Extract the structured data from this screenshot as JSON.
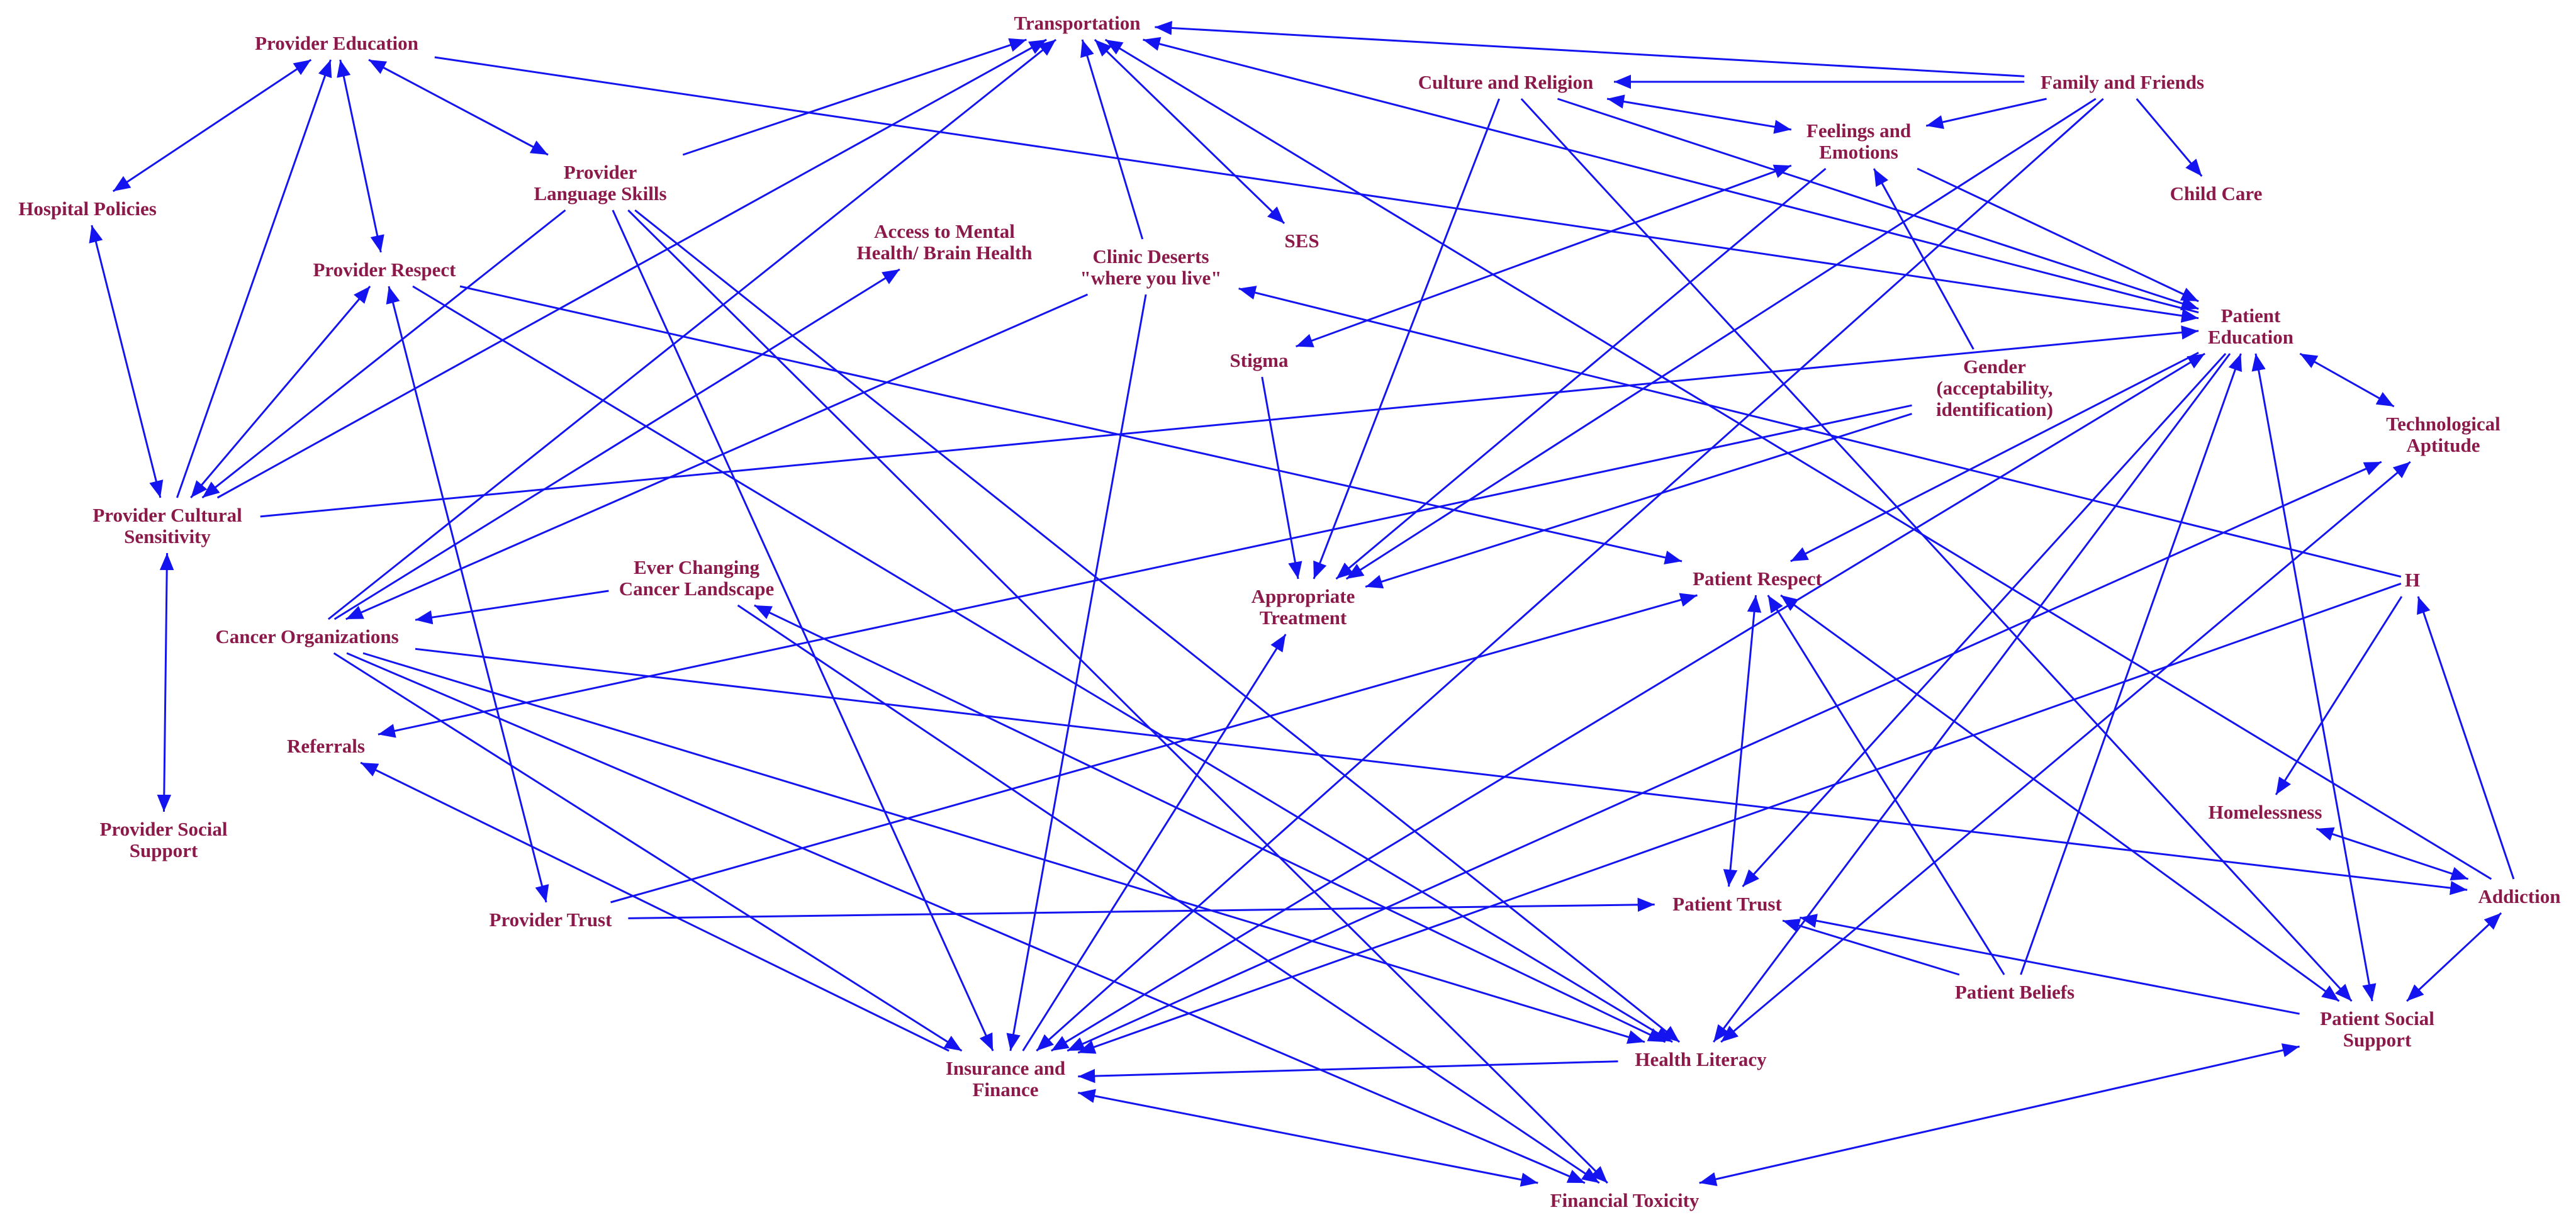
{
  "colors": {
    "node_label": "#8b1a4a",
    "edge": "#1414f0",
    "background": "#ffffff"
  },
  "nodes": [
    {
      "id": "transportation",
      "label": [
        "Transportation"
      ]
    },
    {
      "id": "provider_education",
      "label": [
        "Provider Education"
      ]
    },
    {
      "id": "culture_religion",
      "label": [
        "Culture and Religion"
      ]
    },
    {
      "id": "family_friends",
      "label": [
        "Family and Friends"
      ]
    },
    {
      "id": "feelings_emotions",
      "label": [
        "Feelings and",
        "Emotions"
      ]
    },
    {
      "id": "child_care",
      "label": [
        "Child Care"
      ]
    },
    {
      "id": "hospital_policies",
      "label": [
        "Hospital Policies"
      ]
    },
    {
      "id": "provider_language",
      "label": [
        "Provider",
        "Language Skills"
      ]
    },
    {
      "id": "access_mental",
      "label": [
        "Access to Mental",
        "Health/ Brain Health"
      ]
    },
    {
      "id": "provider_respect",
      "label": [
        "Provider Respect"
      ]
    },
    {
      "id": "clinic_deserts",
      "label": [
        "Clinic Deserts",
        "\"where you live\""
      ]
    },
    {
      "id": "ses",
      "label": [
        "SES"
      ]
    },
    {
      "id": "stigma",
      "label": [
        "Stigma"
      ]
    },
    {
      "id": "patient_education",
      "label": [
        "Patient",
        "Education"
      ]
    },
    {
      "id": "gender",
      "label": [
        "Gender",
        "(acceptability,",
        "identification)"
      ]
    },
    {
      "id": "technological_aptitude",
      "label": [
        "Technological",
        "Aptitude"
      ]
    },
    {
      "id": "provider_cultural",
      "label": [
        "Provider Cultural",
        "Sensitivity"
      ]
    },
    {
      "id": "ever_changing",
      "label": [
        "Ever Changing",
        "Cancer Landscape"
      ]
    },
    {
      "id": "appropriate_treatment",
      "label": [
        "Appropriate",
        "Treatment"
      ]
    },
    {
      "id": "patient_respect",
      "label": [
        "Patient Respect"
      ]
    },
    {
      "id": "h",
      "label": [
        "H"
      ]
    },
    {
      "id": "cancer_orgs",
      "label": [
        "Cancer Organizations"
      ]
    },
    {
      "id": "referrals",
      "label": [
        "Referrals"
      ]
    },
    {
      "id": "homelessness",
      "label": [
        "Homelessness"
      ]
    },
    {
      "id": "provider_social",
      "label": [
        "Provider Social",
        "Support"
      ]
    },
    {
      "id": "addiction",
      "label": [
        "Addiction"
      ]
    },
    {
      "id": "provider_trust",
      "label": [
        "Provider Trust"
      ]
    },
    {
      "id": "patient_trust",
      "label": [
        "Patient Trust"
      ]
    },
    {
      "id": "patient_beliefs",
      "label": [
        "Patient Beliefs"
      ]
    },
    {
      "id": "patient_social",
      "label": [
        "Patient Social",
        "Support"
      ]
    },
    {
      "id": "health_literacy",
      "label": [
        "Health Literacy"
      ]
    },
    {
      "id": "insurance_finance",
      "label": [
        "Insurance and",
        "Finance"
      ]
    },
    {
      "id": "financial_toxicity",
      "label": [
        "Financial Toxicity"
      ]
    }
  ],
  "edges": [
    {
      "from": "family_friends",
      "to": "transportation",
      "arrow": "end"
    },
    {
      "from": "family_friends",
      "to": "culture_religion",
      "arrow": "end"
    },
    {
      "from": "family_friends",
      "to": "feelings_emotions",
      "arrow": "end"
    },
    {
      "from": "family_friends",
      "to": "child_care",
      "arrow": "end"
    },
    {
      "from": "family_friends",
      "to": "appropriate_treatment",
      "arrow": "end"
    },
    {
      "from": "family_friends",
      "to": "insurance_finance",
      "arrow": "end"
    },
    {
      "from": "culture_religion",
      "to": "feelings_emotions",
      "arrow": "both"
    },
    {
      "from": "culture_religion",
      "to": "patient_education",
      "arrow": "end"
    },
    {
      "from": "culture_religion",
      "to": "appropriate_treatment",
      "arrow": "end"
    },
    {
      "from": "culture_religion",
      "to": "patient_social",
      "arrow": "end"
    },
    {
      "from": "transportation",
      "to": "ses",
      "arrow": "both"
    },
    {
      "from": "transportation",
      "to": "patient_education",
      "arrow": "start"
    },
    {
      "from": "transportation",
      "to": "addiction",
      "arrow": "start"
    },
    {
      "from": "clinic_deserts",
      "to": "transportation",
      "arrow": "end"
    },
    {
      "from": "provider_language",
      "to": "transportation",
      "arrow": "end"
    },
    {
      "from": "provider_cultural",
      "to": "transportation",
      "arrow": "end"
    },
    {
      "from": "cancer_orgs",
      "to": "transportation",
      "arrow": "end"
    },
    {
      "from": "provider_education",
      "to": "hospital_policies",
      "arrow": "both"
    },
    {
      "from": "provider_education",
      "to": "provider_language",
      "arrow": "both"
    },
    {
      "from": "provider_education",
      "to": "provider_respect",
      "arrow": "both"
    },
    {
      "from": "provider_education",
      "to": "patient_education",
      "arrow": "end"
    },
    {
      "from": "provider_cultural",
      "to": "provider_education",
      "arrow": "end"
    },
    {
      "from": "hospital_policies",
      "to": "provider_cultural",
      "arrow": "both"
    },
    {
      "from": "provider_cultural",
      "to": "provider_social",
      "arrow": "both"
    },
    {
      "from": "provider_cultural",
      "to": "provider_respect",
      "arrow": "both"
    },
    {
      "from": "provider_cultural",
      "to": "patient_education",
      "arrow": "end"
    },
    {
      "from": "provider_language",
      "to": "provider_cultural",
      "arrow": "end"
    },
    {
      "from": "provider_respect",
      "to": "provider_trust",
      "arrow": "both"
    },
    {
      "from": "provider_respect",
      "to": "patient_respect",
      "arrow": "end"
    },
    {
      "from": "provider_respect",
      "to": "health_literacy",
      "arrow": "end"
    },
    {
      "from": "provider_language",
      "to": "insurance_finance",
      "arrow": "end"
    },
    {
      "from": "provider_language",
      "to": "health_literacy",
      "arrow": "end"
    },
    {
      "from": "provider_language",
      "to": "financial_toxicity",
      "arrow": "end"
    },
    {
      "from": "cancer_orgs",
      "to": "access_mental",
      "arrow": "end"
    },
    {
      "from": "clinic_deserts",
      "to": "cancer_orgs",
      "arrow": "end"
    },
    {
      "from": "clinic_deserts",
      "to": "insurance_finance",
      "arrow": "end"
    },
    {
      "from": "h",
      "to": "clinic_deserts",
      "arrow": "end"
    },
    {
      "from": "stigma",
      "to": "feelings_emotions",
      "arrow": "both"
    },
    {
      "from": "stigma",
      "to": "appropriate_treatment",
      "arrow": "end"
    },
    {
      "from": "feelings_emotions",
      "to": "patient_education",
      "arrow": "end"
    },
    {
      "from": "feelings_emotions",
      "to": "appropriate_treatment",
      "arrow": "end"
    },
    {
      "from": "gender",
      "to": "feelings_emotions",
      "arrow": "end"
    },
    {
      "from": "gender",
      "to": "appropriate_treatment",
      "arrow": "end"
    },
    {
      "from": "gender",
      "to": "referrals",
      "arrow": "end"
    },
    {
      "from": "patient_education",
      "to": "technological_aptitude",
      "arrow": "both"
    },
    {
      "from": "patient_education",
      "to": "patient_respect",
      "arrow": "end"
    },
    {
      "from": "patient_education",
      "to": "patient_trust",
      "arrow": "end"
    },
    {
      "from": "patient_education",
      "to": "health_literacy",
      "arrow": "end"
    },
    {
      "from": "patient_education",
      "to": "insurance_finance",
      "arrow": "both"
    },
    {
      "from": "patient_education",
      "to": "patient_social",
      "arrow": "both"
    },
    {
      "from": "patient_beliefs",
      "to": "patient_education",
      "arrow": "end"
    },
    {
      "from": "technological_aptitude",
      "to": "insurance_finance",
      "arrow": "both"
    },
    {
      "from": "technological_aptitude",
      "to": "health_literacy",
      "arrow": "both"
    },
    {
      "from": "ever_changing",
      "to": "cancer_orgs",
      "arrow": "end"
    },
    {
      "from": "ever_changing",
      "to": "health_literacy",
      "arrow": "both"
    },
    {
      "from": "ever_changing",
      "to": "financial_toxicity",
      "arrow": "end"
    },
    {
      "from": "appropriate_treatment",
      "to": "insurance_finance",
      "arrow": "start"
    },
    {
      "from": "patient_respect",
      "to": "patient_trust",
      "arrow": "both"
    },
    {
      "from": "patient_respect",
      "to": "patient_social",
      "arrow": "both"
    },
    {
      "from": "patient_beliefs",
      "to": "patient_respect",
      "arrow": "end"
    },
    {
      "from": "provider_trust",
      "to": "patient_respect",
      "arrow": "end"
    },
    {
      "from": "provider_trust",
      "to": "patient_trust",
      "arrow": "end"
    },
    {
      "from": "h",
      "to": "homelessness",
      "arrow": "end"
    },
    {
      "from": "h",
      "to": "insurance_finance",
      "arrow": "end"
    },
    {
      "from": "addiction",
      "to": "h",
      "arrow": "end"
    },
    {
      "from": "homelessness",
      "to": "addiction",
      "arrow": "both"
    },
    {
      "from": "addiction",
      "to": "patient_social",
      "arrow": "both"
    },
    {
      "from": "cancer_orgs",
      "to": "insurance_finance",
      "arrow": "end"
    },
    {
      "from": "cancer_orgs",
      "to": "health_literacy",
      "arrow": "end"
    },
    {
      "from": "cancer_orgs",
      "to": "financial_toxicity",
      "arrow": "end"
    },
    {
      "from": "cancer_orgs",
      "to": "addiction",
      "arrow": "end"
    },
    {
      "from": "insurance_finance",
      "to": "referrals",
      "arrow": "end"
    },
    {
      "from": "patient_beliefs",
      "to": "patient_trust",
      "arrow": "end"
    },
    {
      "from": "patient_social",
      "to": "patient_trust",
      "arrow": "end"
    },
    {
      "from": "health_literacy",
      "to": "insurance_finance",
      "arrow": "end"
    },
    {
      "from": "insurance_finance",
      "to": "financial_toxicity",
      "arrow": "both"
    },
    {
      "from": "financial_toxicity",
      "to": "patient_social",
      "arrow": "both"
    }
  ]
}
